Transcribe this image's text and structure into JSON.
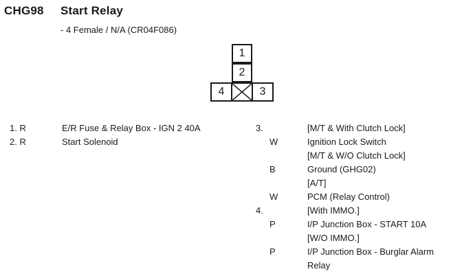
{
  "header": {
    "code": "CHG98",
    "title": "Start Relay",
    "subtitle": "- 4 Female / N/A (CR04F086)"
  },
  "connector": {
    "pins": [
      "1",
      "2",
      "3",
      "4"
    ]
  },
  "left_pins": [
    {
      "pin": "1. R",
      "desc": "E/R Fuse & Relay Box - IGN 2 40A"
    },
    {
      "pin": "2. R",
      "desc": "Start Solenoid"
    }
  ],
  "right_pins": [
    {
      "num": "3.",
      "wire": "",
      "desc": "[M/T & With Clutch Lock]"
    },
    {
      "num": "",
      "wire": "W",
      "desc": "Ignition Lock Switch"
    },
    {
      "num": "",
      "wire": "",
      "desc": "[M/T & W/O Clutch Lock]"
    },
    {
      "num": "",
      "wire": "B",
      "desc": "Ground (GHG02)"
    },
    {
      "num": "",
      "wire": "",
      "desc": "[A/T]"
    },
    {
      "num": "",
      "wire": "W",
      "desc": "PCM (Relay Control)"
    },
    {
      "num": "4.",
      "wire": "",
      "desc": "[With IMMO.]"
    },
    {
      "num": "",
      "wire": "P",
      "desc": "I/P Junction Box - START 10A"
    },
    {
      "num": "",
      "wire": "",
      "desc": "[W/O IMMO.]"
    },
    {
      "num": "",
      "wire": "P",
      "desc": "I/P Junction Box - Burglar Alarm"
    },
    {
      "num": "",
      "wire": "",
      "desc": "Relay"
    }
  ]
}
